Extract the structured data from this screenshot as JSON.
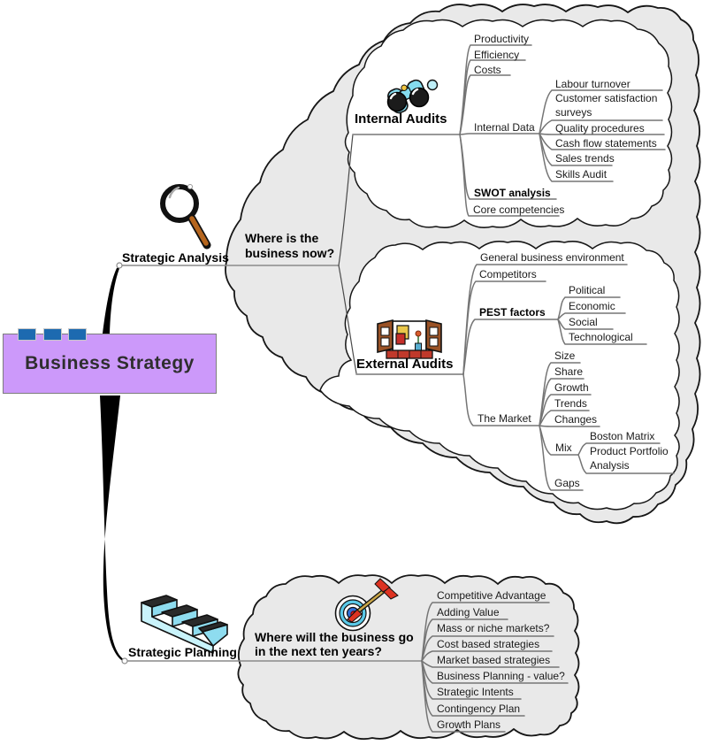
{
  "root": {
    "label": "Business Strategy"
  },
  "analysis": {
    "label": "Strategic Analysis",
    "question": "Where is the business now?",
    "internal": {
      "label": "Internal Audits",
      "productivity": "Productivity",
      "efficiency": "Efficiency",
      "costs": "Costs",
      "internal_data": {
        "label": "Internal Data",
        "labour": "Labour turnover",
        "customer": "Customer satisfaction surveys",
        "quality": "Quality procedures",
        "cashflow": "Cash flow statements",
        "sales": "Sales trends",
        "skills": "Skills Audit"
      },
      "swot": "SWOT analysis",
      "core": "Core competencies"
    },
    "external": {
      "label": "External Audits",
      "general": "General business environment",
      "competitors": "Competitors",
      "pest": {
        "label": "PEST factors",
        "political": "Political",
        "economic": "Economic",
        "social": "Social",
        "technological": "Technological"
      },
      "market": {
        "label": "The Market",
        "size": "Size",
        "share": "Share",
        "growth": "Growth",
        "trends": "Trends",
        "changes": "Changes",
        "mix": {
          "label": "Mix",
          "boston": "Boston Matrix",
          "portfolio": "Product Portfolio Analysis"
        },
        "gaps": "Gaps"
      }
    }
  },
  "planning": {
    "label": "Strategic Planning",
    "question": "Where will the business go in the next ten years?",
    "items": [
      "Competitive Advantage",
      "Adding Value",
      "Mass or niche markets?",
      "Cost based strategies",
      "Market based strategies",
      "Business Planning - value?",
      "Strategic Intents",
      "Contingency Plan",
      "Growth Plans"
    ]
  },
  "icons": {
    "magnifier": "magnifier-icon",
    "binoculars": "binoculars-icon",
    "window": "open-window-icon",
    "stairs": "stairs-icon",
    "target": "target-arrow-icon"
  },
  "colors": {
    "cloud_fill": "#e9e9e9",
    "inner_cloud_fill": "#ffffff",
    "cloud_stroke": "#161616",
    "root_fill": "#cc99fa",
    "marker_blue": "#1d6ab0",
    "underline": "#8a8a8a",
    "connector": "#4a4a4a"
  }
}
